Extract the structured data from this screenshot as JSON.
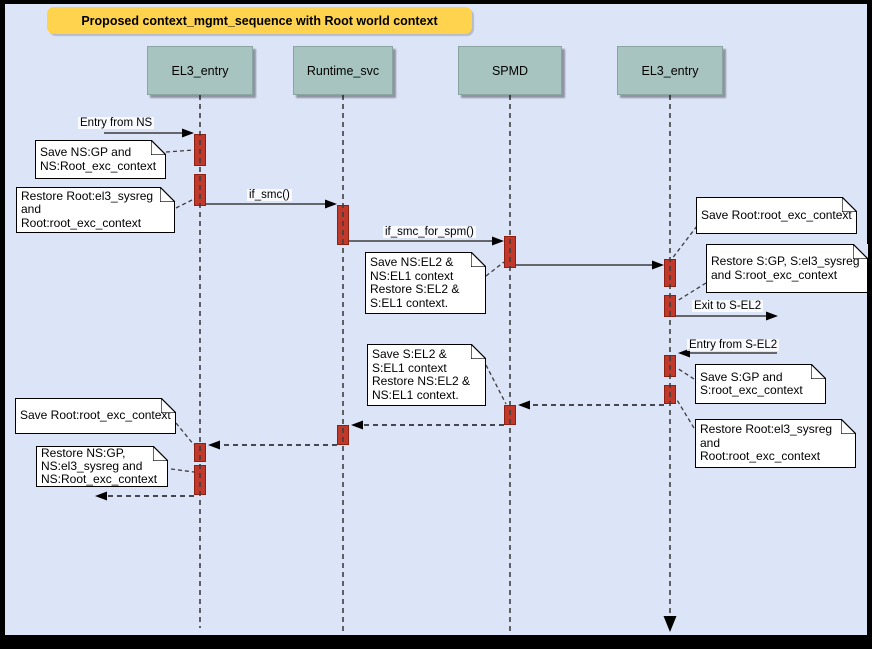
{
  "title": "Proposed context_mgmt_sequence with Root world context",
  "actors": [
    {
      "label": "EL3_entry"
    },
    {
      "label": "Runtime_svc"
    },
    {
      "label": "SPMD"
    },
    {
      "label": "EL3_entry"
    }
  ],
  "messages": {
    "entry_from_ns": "Entry from NS",
    "if_smc": "if_smc()",
    "if_smc_for_spm": "if_smc_for_spm()",
    "exit_to_sel2": "Exit to S-EL2",
    "entry_from_sel2": "Entry from S-EL2"
  },
  "notes": {
    "save_ns_gp": "Save NS:GP and\nNS:Root_exc_context",
    "restore_root_ctx_top": "Restore Root:el3_sysreg\nand\nRoot:root_exc_context",
    "save_ns_el2": "Save NS:EL2 &\nNS:EL1 context\nRestore S:EL2 &\nS:EL1 context.",
    "save_root_exc_right": "Save Root:root_exc_context",
    "restore_s_gp": "Restore S:GP, S:el3_sysreg\nand S:root_exc_context",
    "save_s_gp": "Save S:GP and\nS:root_exc_context",
    "restore_root_ctx_right": "Restore Root:el3_sysreg\nand\nRoot:root_exc_context",
    "save_s_el2": "Save S:EL2 &\nS:EL1 context\nRestore NS:EL2 &\nNS:EL1 context.",
    "save_root_exc_left": "Save Root:root_exc_context",
    "restore_ns_gp": "Restore NS:GP,\nNS:el3_sysreg and\nNS:Root_exc_context"
  },
  "colors": {
    "background": "#dce4f8",
    "banner": "#ffd34d",
    "actor_fill": "#a8c4c0",
    "activation_fill": "#c0392b",
    "note_fill": "#ffffff"
  }
}
